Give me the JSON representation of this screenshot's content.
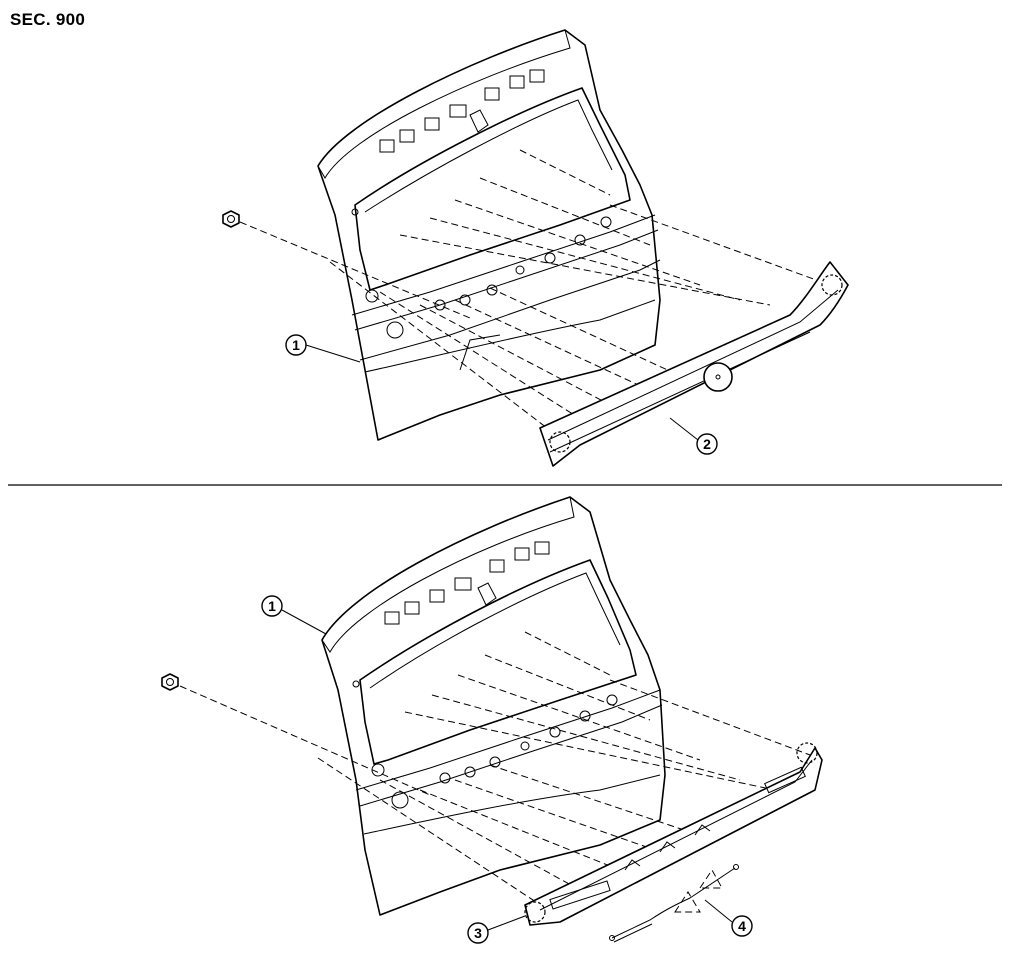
{
  "header": {
    "section": "SEC. 900"
  },
  "callouts": {
    "top_door": "1",
    "top_finisher": "2",
    "bottom_door": "1",
    "bottom_clip": "3",
    "bottom_harness": "4"
  }
}
